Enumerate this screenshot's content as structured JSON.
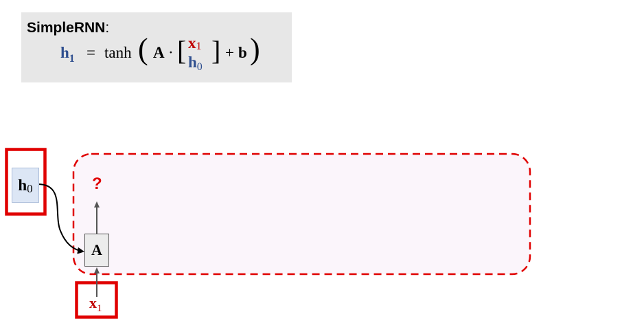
{
  "formula": {
    "title": "SimpleRNN",
    "title_suffix": ":",
    "lhs": "h",
    "lhs_sub": "1",
    "equals": "=",
    "func": "tanh",
    "matrix": "A",
    "dot": "·",
    "top_entry": "x",
    "top_sub": "1",
    "bottom_entry": "h",
    "bottom_sub": "0",
    "plus": "+",
    "bias": "b"
  },
  "diagram": {
    "h0_label": "h",
    "h0_sub": "0",
    "cell_label": "A",
    "x1_label": "x",
    "x1_sub": "1",
    "output_label": "?"
  },
  "colors": {
    "highlight_red": "#e00000",
    "hidden_state_blue": "#2f4f8f",
    "input_red": "#c00000",
    "dashed_region_fill": "#fbf5fb"
  }
}
